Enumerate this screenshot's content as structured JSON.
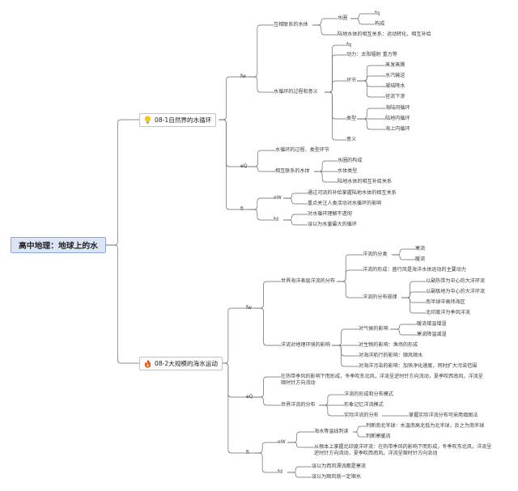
{
  "root": "高中地理：地球上的水",
  "branches": [
    {
      "title": "08-1自然界的水循环",
      "icon": "lightbulb-icon",
      "groups": {
        "fw": "fw",
        "hubLabel": "互相联系的水体",
        "waterCircle": "水圈",
        "fq": "fq",
        "composition": "构成",
        "landRelation": "陆地水体的相互关系：运动转化，相互补给",
        "processMeaning": "水循环的过程和意义",
        "fq2": "fq",
        "power": "动力：太阳辐射 重力等",
        "link": "环节",
        "links": [
          "蒸发蒸腾",
          "水汽输送",
          "凝结降水",
          "径流下渗"
        ],
        "type": "类型",
        "types": [
          "海陆间循环",
          "陆地内循环",
          "海上内循环"
        ],
        "meaning": "意义",
        "eQ": "eQ",
        "eq1": "水循环的过程、类型环节",
        "eq2": "相互联系的水体",
        "eq2items": [
          "水圈的构成",
          "水体类型",
          "陆地水体的相互补给关系"
        ],
        "fi": "fi",
        "eW": "eW",
        "ew1": "通过河流的补给掌握陆地水体的相互关系",
        "ew2": "重点关注人类活动对水循环的影响",
        "fd": "fd",
        "fd1": "对水循环理解不透彻",
        "fd2": "误以为水量最大的循环"
      }
    },
    {
      "title": "08-2大规模的海水运动",
      "icon": "fire-icon",
      "groups": {
        "fw": "fw",
        "distribution": "世界海洋表层洋流的分布",
        "classification": "洋流的分类",
        "classes": [
          "寒流",
          "暖流"
        ],
        "formation": "洋流的形成：盛行风是海洋水体运动的主要动力",
        "pattern": "洋流的分布规律",
        "patterns": [
          "以副热带为中心的大洋环流",
          "以副极地为中心的大洋环流",
          "南半球中高纬海区",
          "北印度洋为季风洋流"
        ],
        "impact": "洋流对地理环境的影响",
        "climate": "对气候的影响",
        "climateItems": [
          "暖流增温增湿",
          "寒流降温减湿"
        ],
        "bio": "对生物的影响：渔场的形成",
        "nav": "对海洋航行的影响：顺风顺水",
        "pollution": "对海洋污染的影响：加快净化速度，同时扩大污染范围",
        "eQ": "eQ",
        "eq1": "在热带季风的影响下而形成，冬季吹东北风，洋流呈逆时针方向流动，夏季吹西南风，洋流呈顺时针方向流动",
        "eq2": "世界洋流的分布",
        "eq2items": [
          "洋流的形成和分布模式",
          "形象记忆洋流模式",
          "实际洋流的分布"
        ],
        "eq2extra": "掌握实际洋流分布可采用填图法",
        "fi": "fi",
        "eW": "eW",
        "ew1": "海水等温线判读",
        "ew1items": [
          "判断南北半球：水温南高北低为北半球，反之为南半球",
          "判断寒暖流"
        ],
        "ew2": "从根本上掌握北印度洋环流：在热带季风的影响下而形成，冬季吹东北风，洋流呈逆时针方向流动，夏季吹西南风，洋流呈顺时针方向流动",
        "fd": "fd",
        "fd1": "误以为西风漂流都是寒流",
        "fd2": "误以为顺风就一定顺水"
      }
    }
  ]
}
